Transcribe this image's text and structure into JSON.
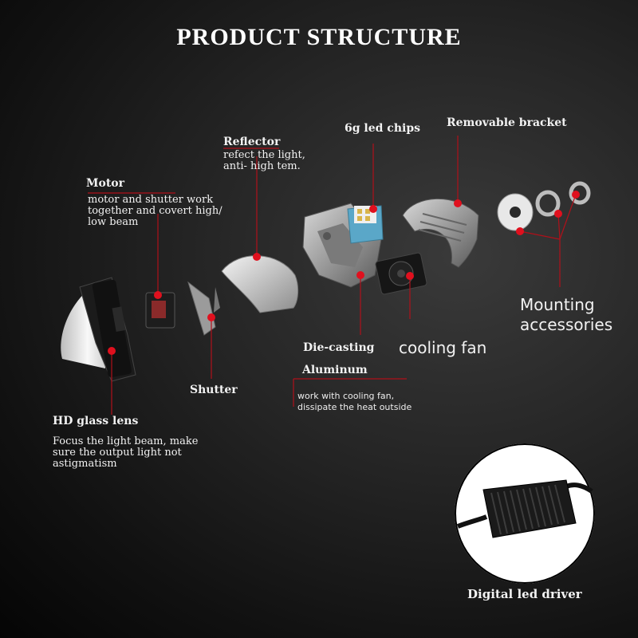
{
  "title": "PRODUCT STRUCTURE",
  "labels": {
    "motor": {
      "name": "Motor",
      "desc": [
        "motor and shutter work",
        "together and covert high/",
        "low beam"
      ]
    },
    "reflector": {
      "name": "Reflector",
      "desc": [
        "refect the light,",
        "anti- high tem."
      ]
    },
    "chips": {
      "name": "6g led chips"
    },
    "bracket": {
      "name": "Removable bracket"
    },
    "mounting": {
      "lines": [
        "Mounting",
        "accessories"
      ]
    },
    "die_casting": {
      "name": "Die-casting",
      "name2": "Aluminum",
      "desc": [
        "work with cooling fan,",
        "dissipate the heat outside"
      ]
    },
    "fan": {
      "name": "cooling fan"
    },
    "shutter": {
      "name": "Shutter"
    },
    "lens": {
      "name": "HD glass lens",
      "desc": [
        "Focus the light beam, make",
        "sure the output light  not",
        "astigmatism"
      ]
    },
    "driver": {
      "name": "Digital led driver"
    }
  },
  "colors": {
    "marker": "#e0101e",
    "background": "#1a1a1a",
    "text": "#ffffff"
  }
}
